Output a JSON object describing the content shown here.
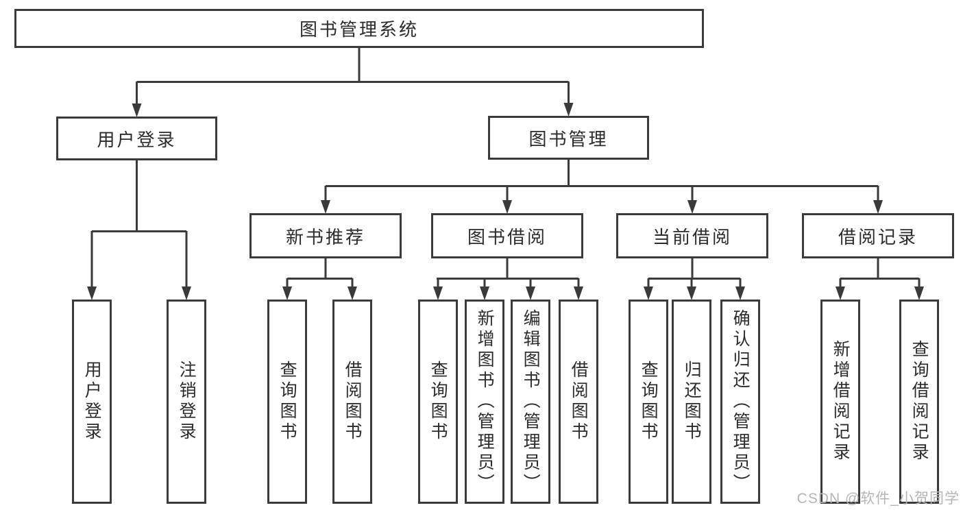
{
  "colors": {
    "line": "#3a3a3a",
    "box_border": "#3a3a3a",
    "text": "#2b2b2b",
    "background": "#ffffff",
    "watermark": "#b5b5b5"
  },
  "diagram": {
    "root": {
      "label": "图书管理系统"
    },
    "branches": [
      {
        "label": "用户登录",
        "children": [
          {
            "label": "用户登录"
          },
          {
            "label": "注销登录"
          }
        ]
      },
      {
        "label": "图书管理",
        "children": [
          {
            "label": "新书推荐",
            "children": [
              {
                "label": "查询图书"
              },
              {
                "label": "借阅图书"
              }
            ]
          },
          {
            "label": "图书借阅",
            "children": [
              {
                "label": "查询图书"
              },
              {
                "label": "新增图书（管理员）"
              },
              {
                "label": "编辑图书（管理员）"
              },
              {
                "label": "借阅图书"
              }
            ]
          },
          {
            "label": "当前借阅",
            "children": [
              {
                "label": "查询图书"
              },
              {
                "label": "归还图书"
              },
              {
                "label": "确认归还（管理员）"
              }
            ]
          },
          {
            "label": "借阅记录",
            "children": [
              {
                "label": "新增借阅记录"
              },
              {
                "label": "查询借阅记录"
              }
            ]
          }
        ]
      }
    ]
  },
  "watermark": {
    "text": "CSDN @软件_小贺同学"
  }
}
